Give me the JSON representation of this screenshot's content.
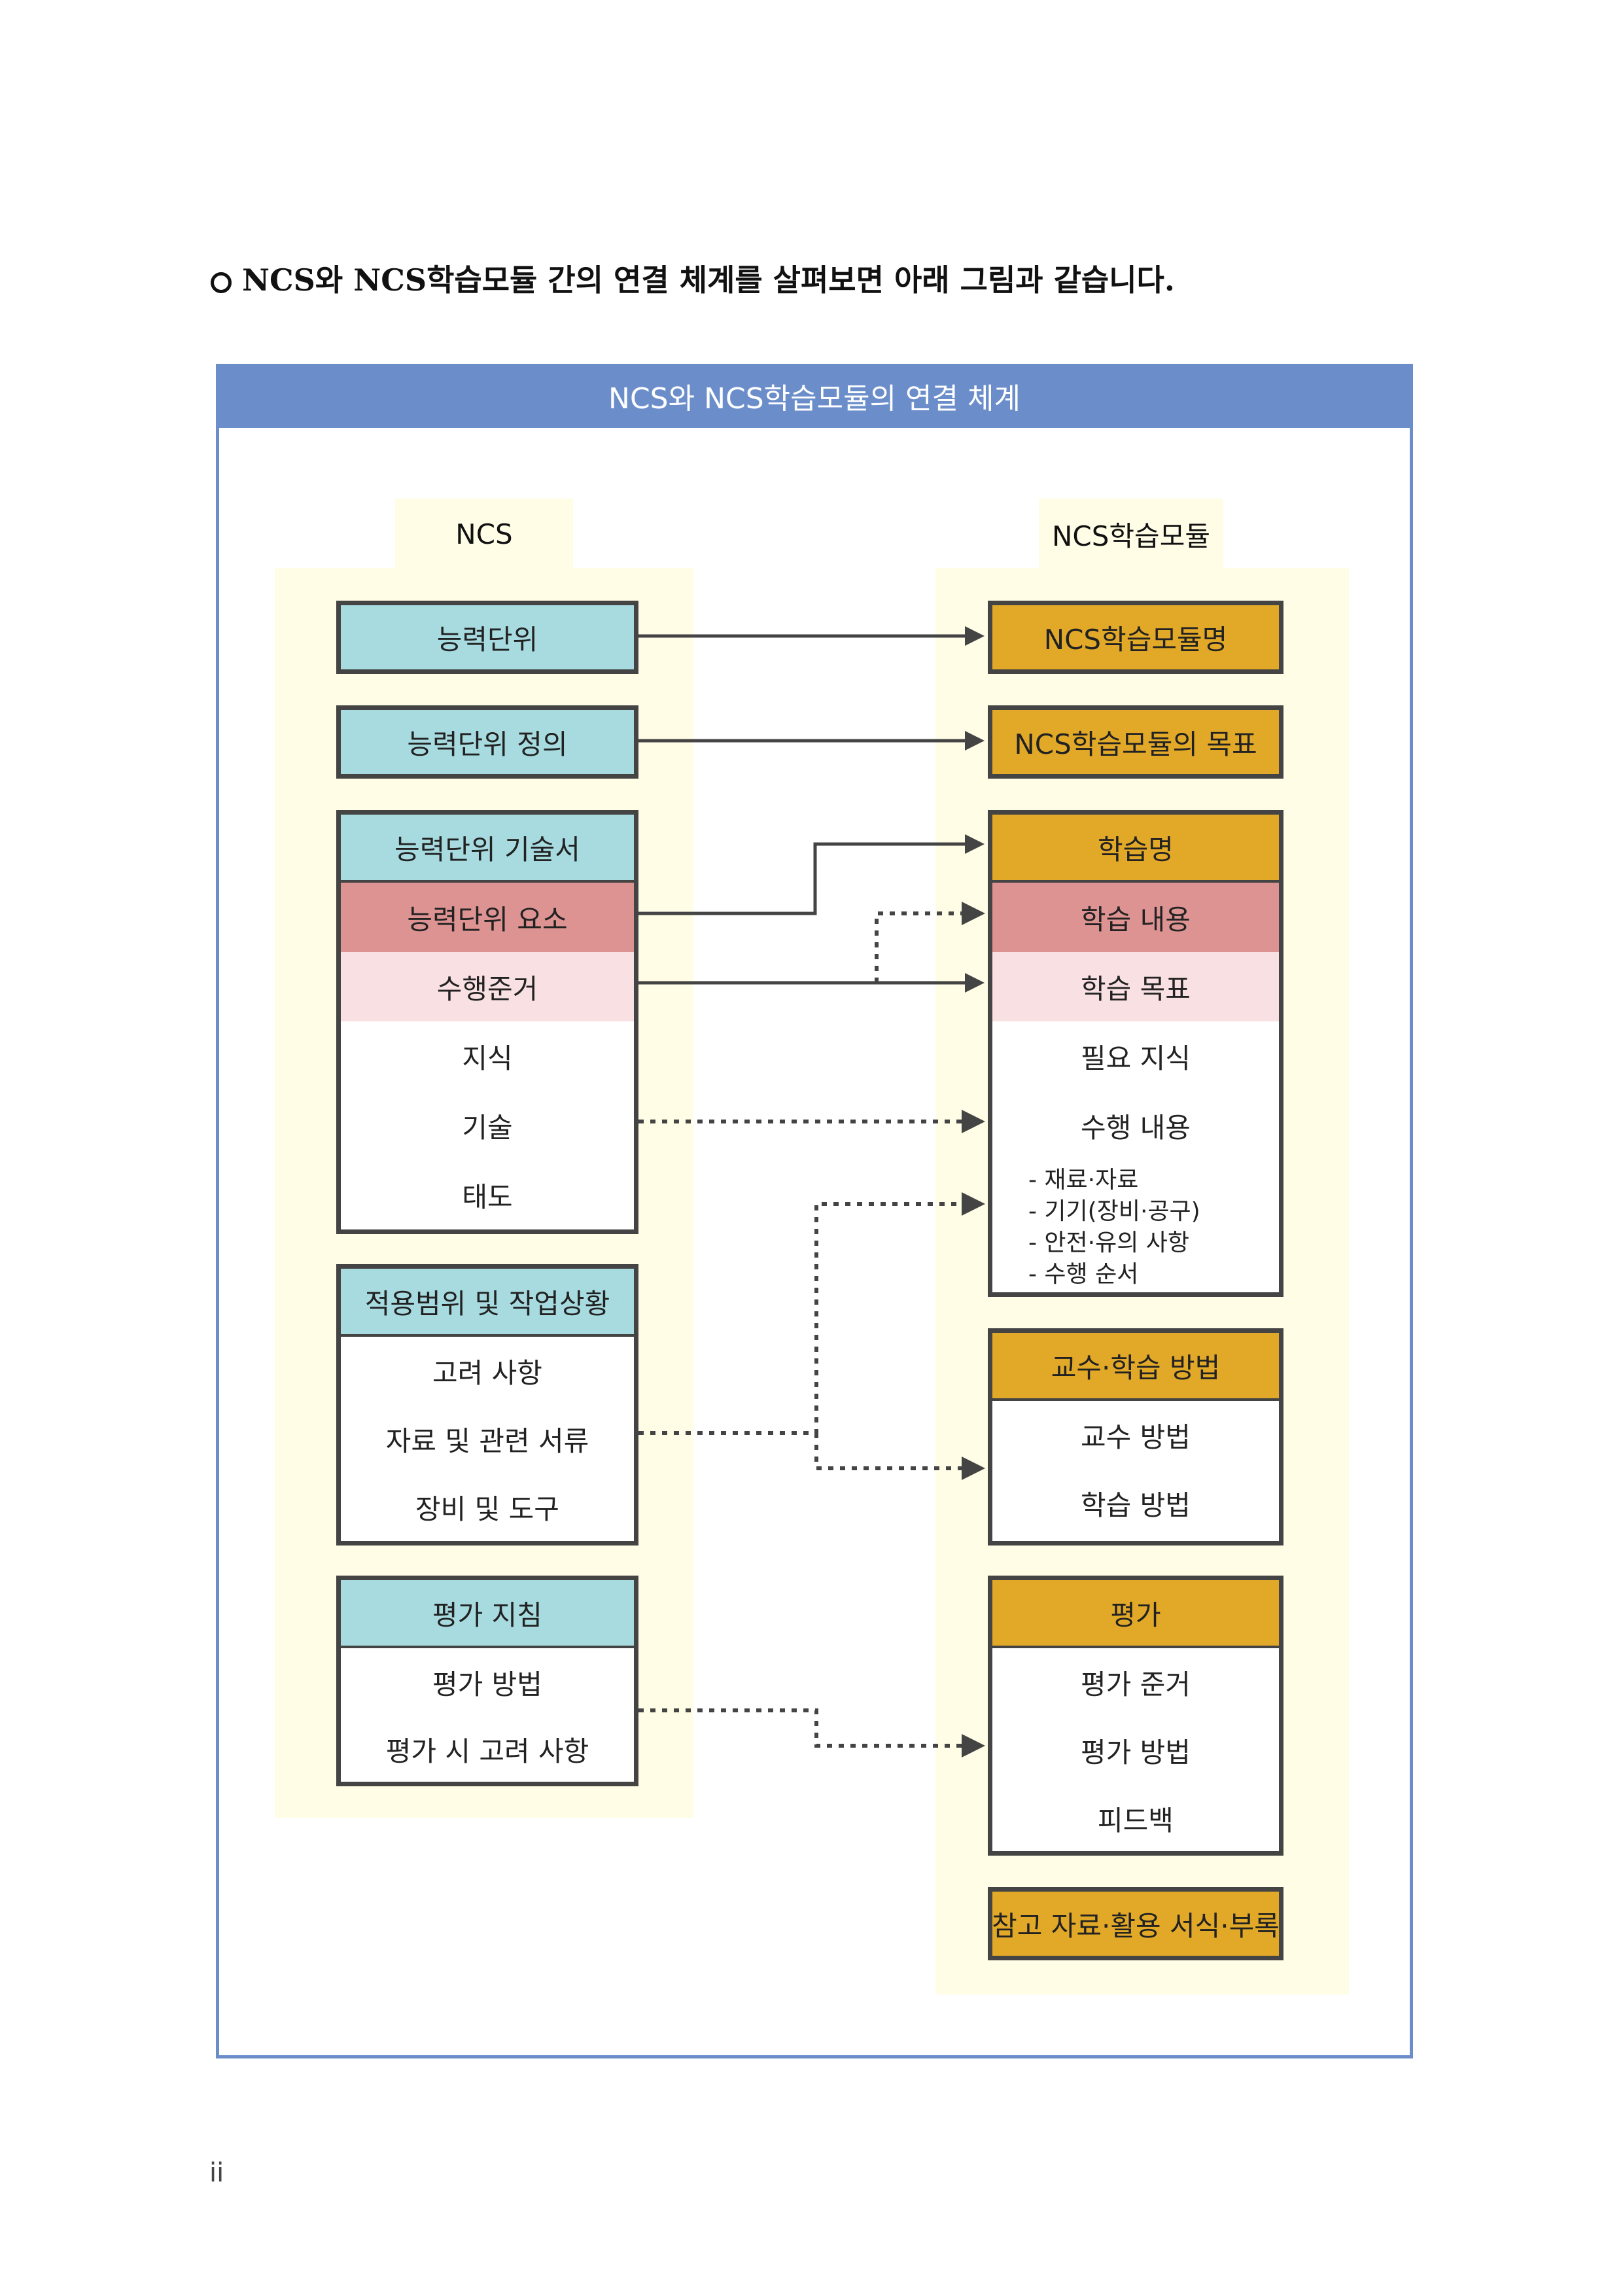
{
  "intro_text": "NCS와 NCS학습모듈 간의 연결 체계를 살펴보면 아래 그림과 같습니다.",
  "diagram_title": "NCS와 NCS학습모듈의 연결 체계",
  "ncs": {
    "header": "NCS",
    "unit": "능력단위",
    "definition": "능력단위 정의",
    "descriptor": {
      "title": "능력단위 기술서",
      "element": "능력단위 요소",
      "criteria": "수행준거",
      "knowledge": "지식",
      "skill": "기술",
      "attitude": "태도"
    },
    "scope": {
      "title": "적용범위 및 작업상황",
      "considerations": "고려 사항",
      "materials": "자료 및 관련 서류",
      "equipment": "장비 및 도구"
    },
    "eval": {
      "title": "평가 지침",
      "method": "평가 방법",
      "considerations": "평가 시 고려 사항"
    }
  },
  "module": {
    "header": "NCS학습모듈",
    "name": "NCS학습모듈명",
    "goal": "NCS학습모듈의 목표",
    "learning": {
      "title": "학습명",
      "content": "학습 내용",
      "objective": "학습 목표",
      "knowledge": "필요 지식",
      "performance": "수행 내용",
      "items": [
        "- 재료·자료",
        "- 기기(장비·공구)",
        "- 안전·유의 사항",
        "- 수행 순서"
      ]
    },
    "teaching": {
      "title": "교수·학습 방법",
      "teach": "교수 방법",
      "learn": "학습 방법"
    },
    "eval": {
      "title": "평가",
      "criteria": "평가 준거",
      "method": "평가 방법",
      "feedback": "피드백"
    },
    "reference": "참고 자료·활용 서식·부록"
  },
  "page_number": "ii"
}
